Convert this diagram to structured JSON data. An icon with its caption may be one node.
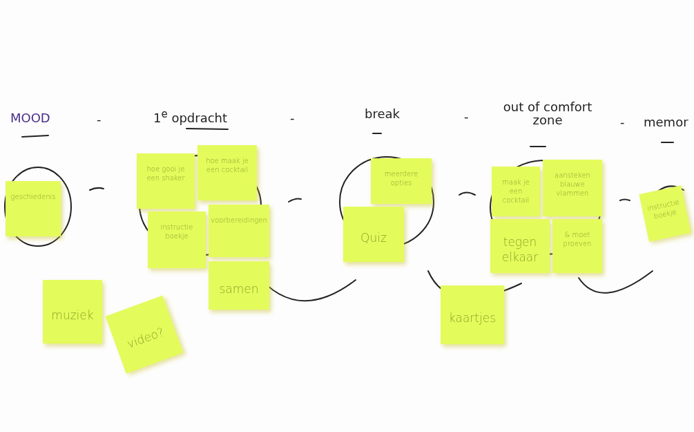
{
  "diagram": {
    "nodes": [
      {
        "text": [
          "geschiedenis"
        ]
      },
      {
        "text": [
          "hoe gooi je een shaker"
        ]
      },
      {
        "text": [
          "hoe maak je een cocktail"
        ]
      },
      {
        "text": [
          "instructie boekje"
        ]
      },
      {
        "text": [
          "voorbereidingen"
        ]
      },
      {
        "text": [
          "samen"
        ]
      },
      {
        "text": [
          "muziek"
        ]
      },
      {
        "text": [
          "video?"
        ]
      },
      {
        "text": [
          "meerdere opties"
        ]
      },
      {
        "text": [
          "Quiz"
        ]
      },
      {
        "text": [
          "maak je een cocktail"
        ]
      },
      {
        "text": [
          "aansteken blauwe vlammen"
        ]
      },
      {
        "text": [
          "tegen elkaar"
        ]
      },
      {
        "text": [
          "& moet proeven"
        ]
      },
      {
        "text": [
          "kaartjes"
        ]
      },
      {
        "text": [
          "instructie boekje"
        ]
      }
    ],
    "labels": [
      "MOOD",
      "-",
      "1$^{e}$ opdracht",
      "-",
      "break",
      "-",
      "out of comfort zone",
      "-",
      "memor"
    ]
  }
}
